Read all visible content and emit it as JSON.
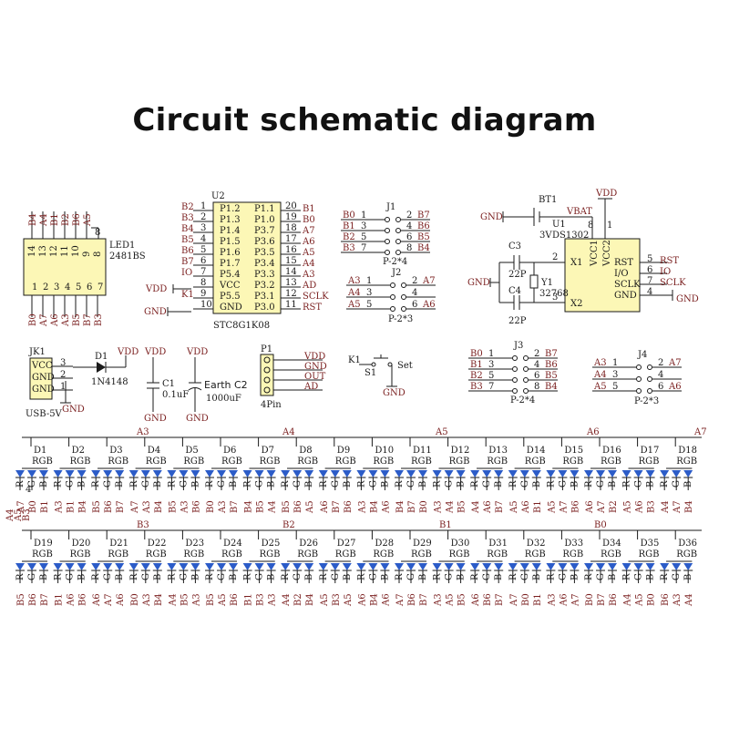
{
  "title": "Circuit schematic diagram",
  "colors": {
    "chip_fill": "#fcf7b6",
    "led_fill": "#2c5cc8",
    "wire": "#1a1a1a",
    "net_label": "#7a1f1f"
  },
  "led1": {
    "ref": "LED1",
    "part": "2481BS",
    "top_pins": [
      "14",
      "13",
      "12",
      "11",
      "10",
      "9",
      "8"
    ],
    "bottom_pins": [
      "1",
      "2",
      "3",
      "4",
      "5",
      "6",
      "7"
    ],
    "top_nets": [
      "B4",
      "A4",
      "B1",
      "B2",
      "B6",
      "A5"
    ],
    "bottom_nets": [
      "B0",
      "A7",
      "A6",
      "A3",
      "B5",
      "B7",
      "B3"
    ]
  },
  "u2": {
    "ref": "U2",
    "part": "STC8G1K08",
    "left": [
      {
        "net": "B2",
        "num": "1",
        "pin": "P1.2"
      },
      {
        "net": "B3",
        "num": "2",
        "pin": "P1.3"
      },
      {
        "net": "B4",
        "num": "3",
        "pin": "P1.4"
      },
      {
        "net": "B5",
        "num": "4",
        "pin": "P1.5"
      },
      {
        "net": "B6",
        "num": "5",
        "pin": "P1.6"
      },
      {
        "net": "B7",
        "num": "6",
        "pin": "P1.7"
      },
      {
        "net": "IO",
        "num": "7",
        "pin": "P5.4"
      },
      {
        "net": "",
        "num": "8",
        "pin": "VCC"
      },
      {
        "net": "K1",
        "num": "9",
        "pin": "P5.5"
      },
      {
        "net": "",
        "num": "10",
        "pin": "GND"
      }
    ],
    "right": [
      {
        "pin": "P1.1",
        "num": "20",
        "net": "B1"
      },
      {
        "pin": "P1.0",
        "num": "19",
        "net": "B0"
      },
      {
        "pin": "P3.7",
        "num": "18",
        "net": "A7"
      },
      {
        "pin": "P3.6",
        "num": "17",
        "net": "A6"
      },
      {
        "pin": "P3.5",
        "num": "16",
        "net": "A5"
      },
      {
        "pin": "P3.4",
        "num": "15",
        "net": "A4"
      },
      {
        "pin": "P3.3",
        "num": "14",
        "net": "A3"
      },
      {
        "pin": "P3.2",
        "num": "13",
        "net": "AD"
      },
      {
        "pin": "P3.1",
        "num": "12",
        "net": "SCLK"
      },
      {
        "pin": "P3.0",
        "num": "11",
        "net": "RST"
      }
    ],
    "vdd": "VDD",
    "gnd": "GND"
  },
  "j1": {
    "ref": "J1",
    "type": "P-2*4",
    "rows": [
      {
        "l": "B0",
        "ln": "1",
        "rn": "2",
        "r": "B7"
      },
      {
        "l": "B1",
        "ln": "3",
        "rn": "4",
        "r": "B6"
      },
      {
        "l": "B2",
        "ln": "5",
        "rn": "6",
        "r": "B5"
      },
      {
        "l": "B3",
        "ln": "7",
        "rn": "8",
        "r": "B4"
      }
    ]
  },
  "j2": {
    "ref": "J2",
    "type": "P-2*3",
    "rows": [
      {
        "l": "A3",
        "ln": "1",
        "rn": "2",
        "r": "A7"
      },
      {
        "l": "A4",
        "ln": "3",
        "rn": "4",
        "r": ""
      },
      {
        "l": "A5",
        "ln": "5",
        "rn": "6",
        "r": "A6"
      }
    ]
  },
  "rtc": {
    "bt_ref": "BT1",
    "bt_val": "3V",
    "vbat": "VBAT",
    "vdd": "VDD",
    "gnd": "GND",
    "ref": "U1",
    "part": "DS1302",
    "pin8": "8",
    "c3": "C3",
    "c3v": "22P",
    "c4": "C4",
    "c4v": "22P",
    "y": "Y1",
    "yv": "32768",
    "pins": [
      {
        "num": "2",
        "name": "X1"
      },
      {
        "num": "3",
        "name": "X2"
      },
      {
        "num": "5",
        "name": "RST",
        "net": "RST"
      },
      {
        "num": "6",
        "name": "I/O",
        "net": "IO"
      },
      {
        "num": "7",
        "name": "SCLK",
        "net": "SCLK"
      },
      {
        "num": "4",
        "name": "GND",
        "net": ""
      }
    ],
    "vcc1": "VCC1",
    "vcc2": "VCC2",
    "pin1": "1"
  },
  "usb": {
    "ref": "JK1",
    "part": "USB-5V",
    "pins": [
      {
        "name": "VCC",
        "num": "3"
      },
      {
        "name": "GND",
        "num": "2"
      },
      {
        "name": "GND",
        "num": "1"
      }
    ],
    "gnd": "GND"
  },
  "d1": {
    "ref": "D1",
    "part": "1N4148",
    "vdd": "VDD"
  },
  "c1": {
    "ref": "C1",
    "val": "0.1uF",
    "vdd": "VDD",
    "gnd": "GND"
  },
  "c2": {
    "ref": "Earth C2",
    "val": "1000uF",
    "vdd": "VDD",
    "gnd": "GND"
  },
  "p1": {
    "ref": "P1",
    "part": "4Pin",
    "nets": [
      "VDD",
      "GND",
      "OUT",
      "AD"
    ]
  },
  "k1": {
    "ref": "K1",
    "sw": "S1",
    "label": "Set",
    "gnd": "GND"
  },
  "j3": {
    "ref": "J3",
    "type": "P-2*4",
    "rows": [
      {
        "l": "B0",
        "ln": "1",
        "rn": "2",
        "r": "B7"
      },
      {
        "l": "B1",
        "ln": "3",
        "rn": "4",
        "r": "B6"
      },
      {
        "l": "B2",
        "ln": "5",
        "rn": "6",
        "r": "B5"
      },
      {
        "l": "B3",
        "ln": "7",
        "rn": "8",
        "r": "B4"
      }
    ]
  },
  "j4": {
    "ref": "J4",
    "type": "P-2*3",
    "rows": [
      {
        "l": "A3",
        "ln": "1",
        "rn": "2",
        "r": "A7"
      },
      {
        "l": "A4",
        "ln": "3",
        "rn": "4",
        "r": ""
      },
      {
        "l": "A5",
        "ln": "5",
        "rn": "6",
        "r": "A6"
      }
    ]
  },
  "led_matrix": {
    "rgb_label": "RGB",
    "color_pins": [
      "R",
      "G",
      "B"
    ],
    "row1": {
      "bus_labels": [
        "A3",
        "A4",
        "A5",
        "A6",
        "A7"
      ],
      "refs": [
        "D1",
        "D2",
        "D3",
        "D4",
        "D5",
        "D6",
        "D7",
        "D8",
        "D9",
        "D10",
        "D11",
        "D12",
        "D13",
        "D14",
        "D15",
        "D16",
        "D17",
        "D18"
      ],
      "side_nets": [
        "A4",
        "A5",
        "B3"
      ],
      "side_pin": "4",
      "bottom_nets": [
        "A7",
        "B0",
        "B1",
        "A3",
        "B1",
        "B4",
        "B5",
        "B6",
        "B7",
        "A7",
        "A3",
        "B4",
        "B5",
        "A3",
        "B6",
        "B0",
        "A3",
        "B7",
        "B4",
        "B5",
        "A4",
        "B5",
        "B6",
        "A5",
        "A6",
        "B7",
        "B6",
        "A3",
        "B4",
        "A6",
        "B4",
        "B7",
        "B0",
        "A3",
        "A4",
        "B5",
        "A4",
        "A6",
        "B7",
        "A5",
        "A6",
        "B1",
        "A5",
        "A7",
        "B6",
        "A6",
        "A7",
        "B2",
        "A5",
        "A6",
        "B3",
        "A4",
        "A7",
        "B4",
        "A5",
        "A6",
        "B5",
        "A6",
        "B6",
        "B7",
        "A7",
        "A6",
        "B0"
      ]
    },
    "row2": {
      "bus_labels": [
        "B3",
        "B2",
        "B1",
        "B0"
      ],
      "refs": [
        "D19",
        "D20",
        "D21",
        "D22",
        "D23",
        "D24",
        "D25",
        "D26",
        "D27",
        "D28",
        "D29",
        "D30",
        "D31",
        "D32",
        "D33",
        "D34",
        "D35",
        "D36"
      ],
      "bottom_nets": [
        "B5",
        "B6",
        "B7",
        "B1",
        "A6",
        "B6",
        "A6",
        "A7",
        "A6",
        "B0",
        "A3",
        "B4",
        "A4",
        "B5",
        "A3",
        "B5",
        "A5",
        "B6",
        "B1",
        "B3",
        "A3",
        "A4",
        "B2",
        "B4",
        "A5",
        "B3",
        "A5",
        "A6",
        "B4",
        "A6",
        "A7",
        "B6",
        "B7",
        "A3",
        "A5",
        "B5",
        "A6",
        "B6",
        "B7",
        "A7",
        "B0",
        "B1",
        "A3",
        "A6",
        "A7",
        "B0",
        "B7",
        "B6",
        "A4",
        "A5",
        "B0",
        "B6",
        "A3",
        "A4",
        "A6",
        "B1",
        "A7",
        "B5",
        "B6",
        "B7",
        "B2",
        "B3",
        "B4"
      ]
    }
  }
}
